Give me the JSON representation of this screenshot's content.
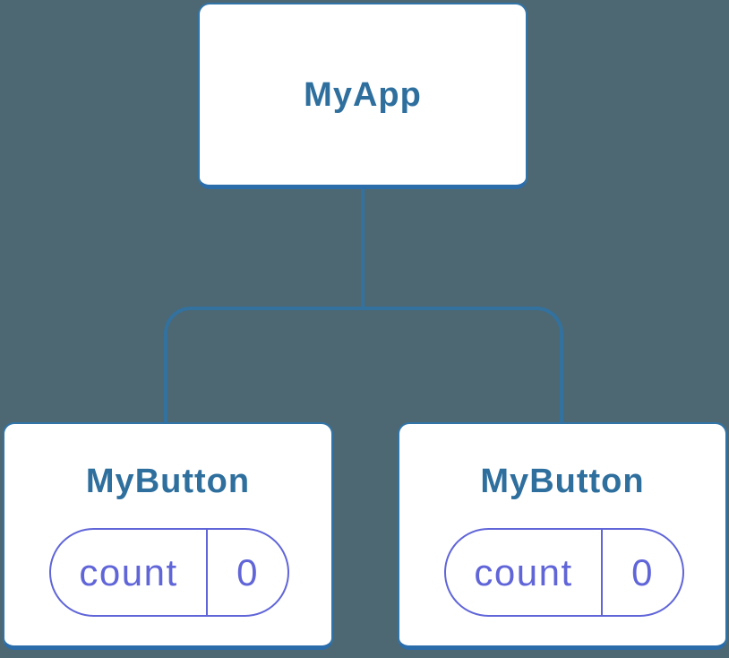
{
  "diagram": {
    "type": "component-tree",
    "colors": {
      "background": "#4D6872",
      "node_fill": "#FFFFFF",
      "node_border": "#3174A8",
      "node_border_bottom": "#2B6CAB",
      "connector": "#33719F",
      "node_label": "#2E6F9E",
      "state_accent": "#6065D8"
    },
    "root": {
      "label": "MyApp"
    },
    "children": [
      {
        "label": "MyButton",
        "state": {
          "name": "count",
          "value": "0"
        }
      },
      {
        "label": "MyButton",
        "state": {
          "name": "count",
          "value": "0"
        }
      }
    ]
  }
}
